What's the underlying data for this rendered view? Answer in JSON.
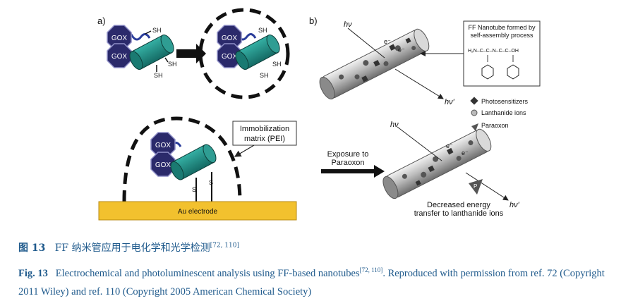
{
  "panel_a": {
    "label": "a)",
    "gox": "GOX",
    "sh": "SH",
    "s": "S",
    "immobilization_line1": "Immobilization",
    "immobilization_line2": "matrix (PEI)",
    "electrode": "Au electrode"
  },
  "panel_b": {
    "label": "b)",
    "hv": "hν",
    "hv_prime": "hν′",
    "electron": "e⁻",
    "nanotube_box_line1": "FF Nanotube formed by",
    "nanotube_box_line2": "self-assembly process",
    "legend": [
      "Photosensitizers",
      "Lanthanide ions",
      "Paraoxon"
    ],
    "exposure_line1": "Exposure to",
    "exposure_line2": "Paraoxon",
    "decreased_line1": "Decreased energy",
    "decreased_line2": "transfer to lanthanide ions",
    "paraoxon_symbol": "P"
  },
  "caption_cn": {
    "label": "图 13",
    "text": "FF 纳米管应用于电化学和光学检测",
    "refs": "[72, 110]"
  },
  "caption_en": {
    "label": "Fig. 13",
    "text1": "Electrochemical and photoluminescent analysis using FF-based nanotubes",
    "refs": "[72, 110]",
    "text2": ". Reproduced with permission from ref. 72 (Copyright 2011 Wiley) and ref. 110 (Copyright 2005 American Chemical Society)"
  },
  "colors": {
    "caption": "#1f5a8c",
    "gox": "#2b2a6b",
    "nanotube_green": "#1f8a82",
    "electrode": "#f2c12e"
  }
}
